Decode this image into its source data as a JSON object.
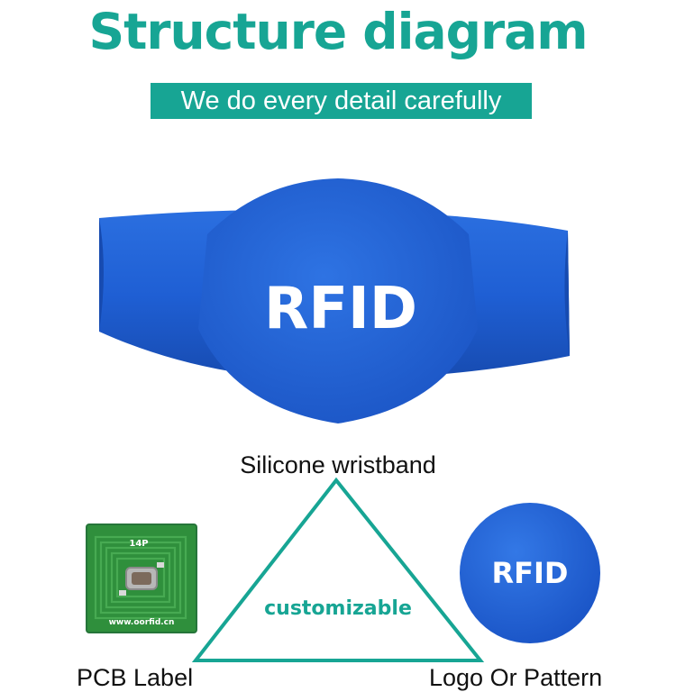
{
  "header": {
    "title": "Structure diagram",
    "banner_text": "We do every detail carefully"
  },
  "product": {
    "wristband_logo": "RFID",
    "caption": "Silicone wristband"
  },
  "diagram": {
    "center_label": "customizable",
    "left_label": "PCB Label",
    "right_label": "Logo Or Pattern",
    "pcb_code": "14P",
    "pcb_url": "www.oorfid.cn",
    "tag_logo": "RFID"
  },
  "colors": {
    "teal": "#17a594",
    "wristband_blue": "#1f5fd4",
    "pcb_green": "#2f8f3c",
    "text_dark": "#111111"
  }
}
